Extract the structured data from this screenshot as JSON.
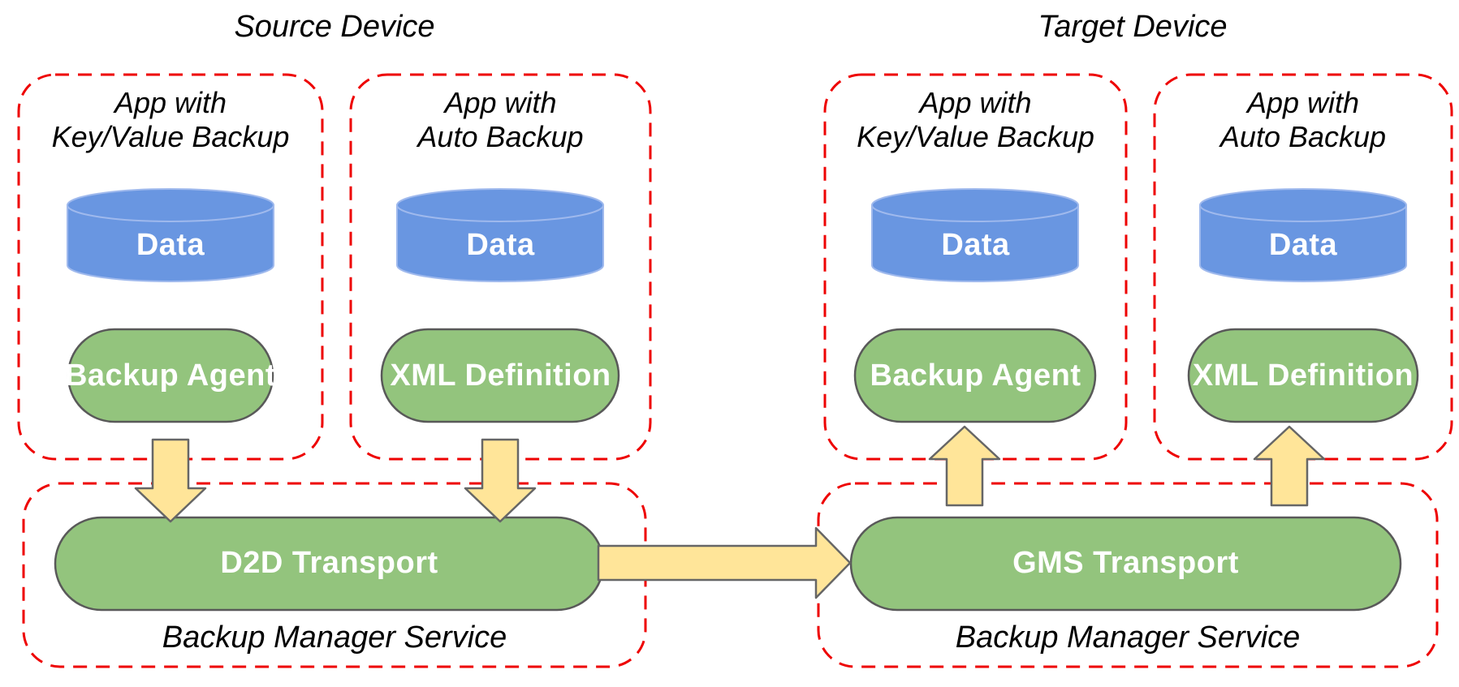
{
  "diagram": {
    "source": {
      "title": "Source Device",
      "apps": [
        {
          "line1": "App with",
          "line2": "Key/Value Backup",
          "data_label": "Data",
          "component": "Backup Agent"
        },
        {
          "line1": "App with",
          "line2": "Auto Backup",
          "data_label": "Data",
          "component": "XML Definition"
        }
      ],
      "service": {
        "transport": "D2D Transport",
        "name": "Backup Manager Service"
      }
    },
    "target": {
      "title": "Target Device",
      "apps": [
        {
          "line1": "App with",
          "line2": "Key/Value Backup",
          "data_label": "Data",
          "component": "Backup Agent"
        },
        {
          "line1": "App with",
          "line2": "Auto Backup",
          "data_label": "Data",
          "component": "XML Definition"
        }
      ],
      "service": {
        "transport": "GMS Transport",
        "name": "Backup Manager Service"
      }
    }
  },
  "colors": {
    "box-border": "#ee0202",
    "shape-green": "#93c47d",
    "shape-green-border": "#595959",
    "cylinder-blue": "#6996e1",
    "cylinder-blue-border": "#9fb9ed",
    "arrow-yellow": "#ffe599",
    "arrow-border": "#666666",
    "shape-text": "#ffffff",
    "label-text": "#000000"
  }
}
